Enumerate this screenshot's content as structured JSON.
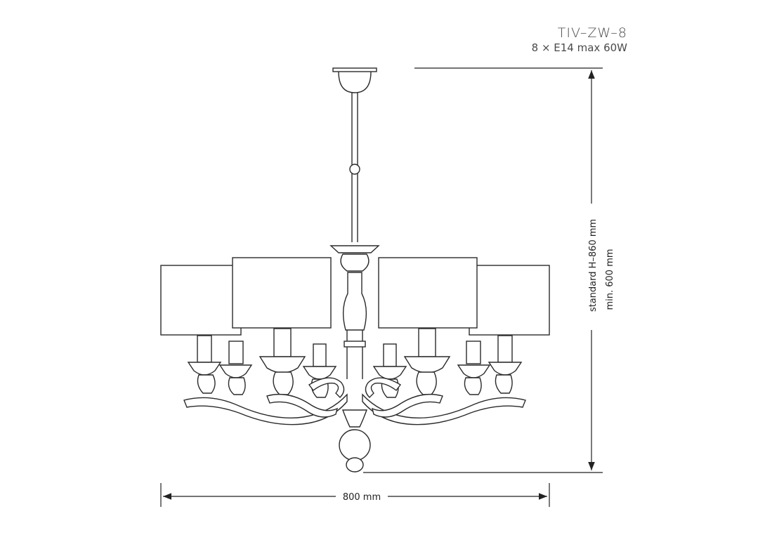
{
  "header": {
    "model": "TIV–ZW–8",
    "spec": "8 × E14 max 60W"
  },
  "dimensions": {
    "width": "800 mm",
    "height_standard": "standard H–860 mm",
    "height_min": "min. 600 mm"
  }
}
